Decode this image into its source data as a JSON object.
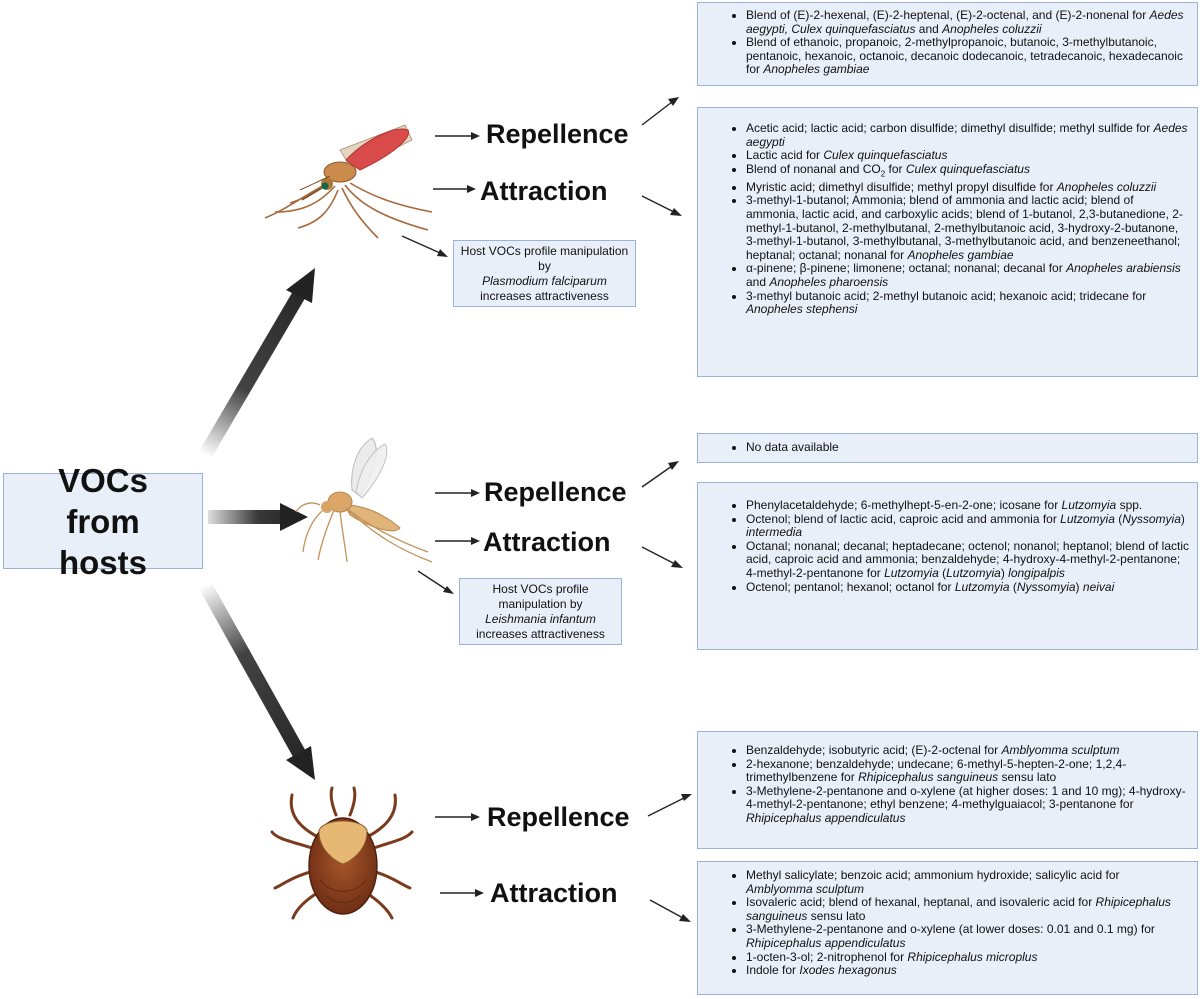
{
  "source": {
    "title": "VOCs from hosts"
  },
  "colors": {
    "box_fill": "#e9eff8",
    "box_border": "#9ab3d6",
    "arrow": "#222222"
  },
  "groups": [
    {
      "name": "mosquito",
      "icon": "mosquito-icon",
      "repellence_label": "Repellence",
      "attraction_label": "Attraction",
      "note": {
        "before": "Host VOCs profile manipulation by",
        "pathogen": "Plasmodium falciparum",
        "after": "increases attractiveness"
      },
      "repellence_items": [
        [
          {
            "t": "Blend of (E)-2-hexenal, (E)-2-heptenal, (E)-2-octenal, and (E)-2-nonenal for "
          },
          {
            "t": "Aedes aegypti, Culex quinquefasciatus",
            "i": true
          },
          {
            "t": " and "
          },
          {
            "t": "Anopheles coluzzii",
            "i": true
          }
        ],
        [
          {
            "t": "Blend of ethanoic, propanoic, 2-methylpropanoic, butanoic, 3-methylbutanoic, pentanoic, hexanoic, octanoic, decanoic dodecanoic, tetradecanoic, hexadecanoic for "
          },
          {
            "t": "Anopheles gambiae",
            "i": true
          }
        ]
      ],
      "attraction_items": [
        [
          {
            "t": "Acetic acid; lactic acid; carbon disulfide; dimethyl disulfide; methyl sulfide for "
          },
          {
            "t": "Aedes aegypti",
            "i": true
          }
        ],
        [
          {
            "t": "Lactic acid for "
          },
          {
            "t": "Culex quinquefasciatus",
            "i": true
          }
        ],
        [
          {
            "t": "Blend of nonanal and CO"
          },
          {
            "t": "2",
            "sub": true
          },
          {
            "t": " for "
          },
          {
            "t": "Culex quinquefasciatus",
            "i": true
          }
        ],
        [
          {
            "t": "Myristic acid; dimethyl disulfide; methyl propyl disulfide for "
          },
          {
            "t": "Anopheles coluzzii",
            "i": true
          }
        ],
        [
          {
            "t": "3-methyl-1-butanol; Ammonia; blend of ammonia and lactic acid; blend of ammonia, lactic acid, and carboxylic acids; blend of 1-butanol, 2,3-butanedione, 2-methyl-1-butanol, 2-methylbutanal, 2-methylbutanoic acid, 3-hydroxy-2-butanone, 3-methyl-1-butanol, 3-methylbutanal, 3-methylbutanoic acid, and benzeneethanol; heptanal; octanal; nonanal for "
          },
          {
            "t": "Anopheles gambiae",
            "i": true
          }
        ],
        [
          {
            "t": "α-pinene; β-pinene; limonene; octanal; nonanal; decanal for "
          },
          {
            "t": "Anopheles arabiensis",
            "i": true
          },
          {
            "t": " and "
          },
          {
            "t": "Anopheles pharoensis",
            "i": true
          }
        ],
        [
          {
            "t": "3-methyl butanoic acid; 2-methyl butanoic acid; hexanoic acid; tridecane for "
          },
          {
            "t": "Anopheles stephensi",
            "i": true
          }
        ]
      ]
    },
    {
      "name": "sandfly",
      "icon": "sandfly-icon",
      "repellence_label": "Repellence",
      "attraction_label": "Attraction",
      "note": {
        "before": "Host VOCs profile manipulation by",
        "pathogen": "Leishmania infantum",
        "after": "increases attractiveness"
      },
      "repellence_items": [
        [
          {
            "t": "No data available"
          }
        ]
      ],
      "attraction_items": [
        [
          {
            "t": "Phenylacetaldehyde; 6-methylhept-5-en-2-one; icosane for "
          },
          {
            "t": "Lutzomyia",
            "i": true
          },
          {
            "t": " spp."
          }
        ],
        [
          {
            "t": "Octenol; blend of lactic acid, caproic acid and ammonia for "
          },
          {
            "t": "Lutzomyia",
            "i": true
          },
          {
            "t": " ("
          },
          {
            "t": "Nyssomyia",
            "i": true
          },
          {
            "t": ") "
          },
          {
            "t": "intermedia",
            "i": true
          }
        ],
        [
          {
            "t": "Octanal; nonanal; decanal; heptadecane; octenol; nonanol; heptanol; blend of lactic acid, caproic acid and ammonia; benzaldehyde; 4-hydroxy-4-methyl-2-pentanone; 4-methyl-2-pentanone for "
          },
          {
            "t": "Lutzomyia",
            "i": true
          },
          {
            "t": " ("
          },
          {
            "t": "Lutzomyia",
            "i": true
          },
          {
            "t": ") "
          },
          {
            "t": "longipalpis",
            "i": true
          }
        ],
        [
          {
            "t": "Octenol; pentanol; hexanol; octanol for "
          },
          {
            "t": "Lutzomyia",
            "i": true
          },
          {
            "t": " ("
          },
          {
            "t": "Nyssomyia",
            "i": true
          },
          {
            "t": ") "
          },
          {
            "t": "neivai",
            "i": true
          }
        ]
      ]
    },
    {
      "name": "tick",
      "icon": "tick-icon",
      "repellence_label": "Repellence",
      "attraction_label": "Attraction",
      "repellence_items": [
        [
          {
            "t": "Benzaldehyde; isobutyric acid; (E)-2-octenal for "
          },
          {
            "t": "Amblyomma sculptum",
            "i": true
          }
        ],
        [
          {
            "t": "2-hexanone; benzaldehyde; undecane; 6-methyl-5-hepten-2-one; 1,2,4-trimethylbenzene for "
          },
          {
            "t": "Rhipicephalus sanguineus",
            "i": true
          },
          {
            "t": " sensu lato"
          }
        ],
        [
          {
            "t": "3-Methylene-2-pentanone and o-xylene (at higher doses: 1 and 10 mg); 4-hydroxy-4-methyl-2-pentanone; ethyl benzene; 4-methylguaiacol; 3-pentanone for "
          },
          {
            "t": "Rhipicephalus appendiculatus",
            "i": true
          }
        ]
      ],
      "attraction_items": [
        [
          {
            "t": "Methyl salicylate; benzoic acid; ammonium hydroxide; salicylic acid for "
          },
          {
            "t": "Amblyomma sculptum",
            "i": true
          }
        ],
        [
          {
            "t": "Isovaleric acid; blend of hexanal, heptanal, and isovaleric acid for "
          },
          {
            "t": "Rhipicephalus sanguineus",
            "i": true
          },
          {
            "t": " sensu lato"
          }
        ],
        [
          {
            "t": "3-Methylene-2-pentanone and o-xylene (at lower doses: 0.01 and 0.1 mg) for "
          },
          {
            "t": "Rhipicephalus appendiculatus",
            "i": true
          }
        ],
        [
          {
            "t": "1-octen-3-ol; 2-nitrophenol for "
          },
          {
            "t": "Rhipicephalus microplus",
            "i": true
          }
        ],
        [
          {
            "t": "Indole for "
          },
          {
            "t": "Ixodes hexagonus",
            "i": true
          }
        ]
      ]
    }
  ]
}
